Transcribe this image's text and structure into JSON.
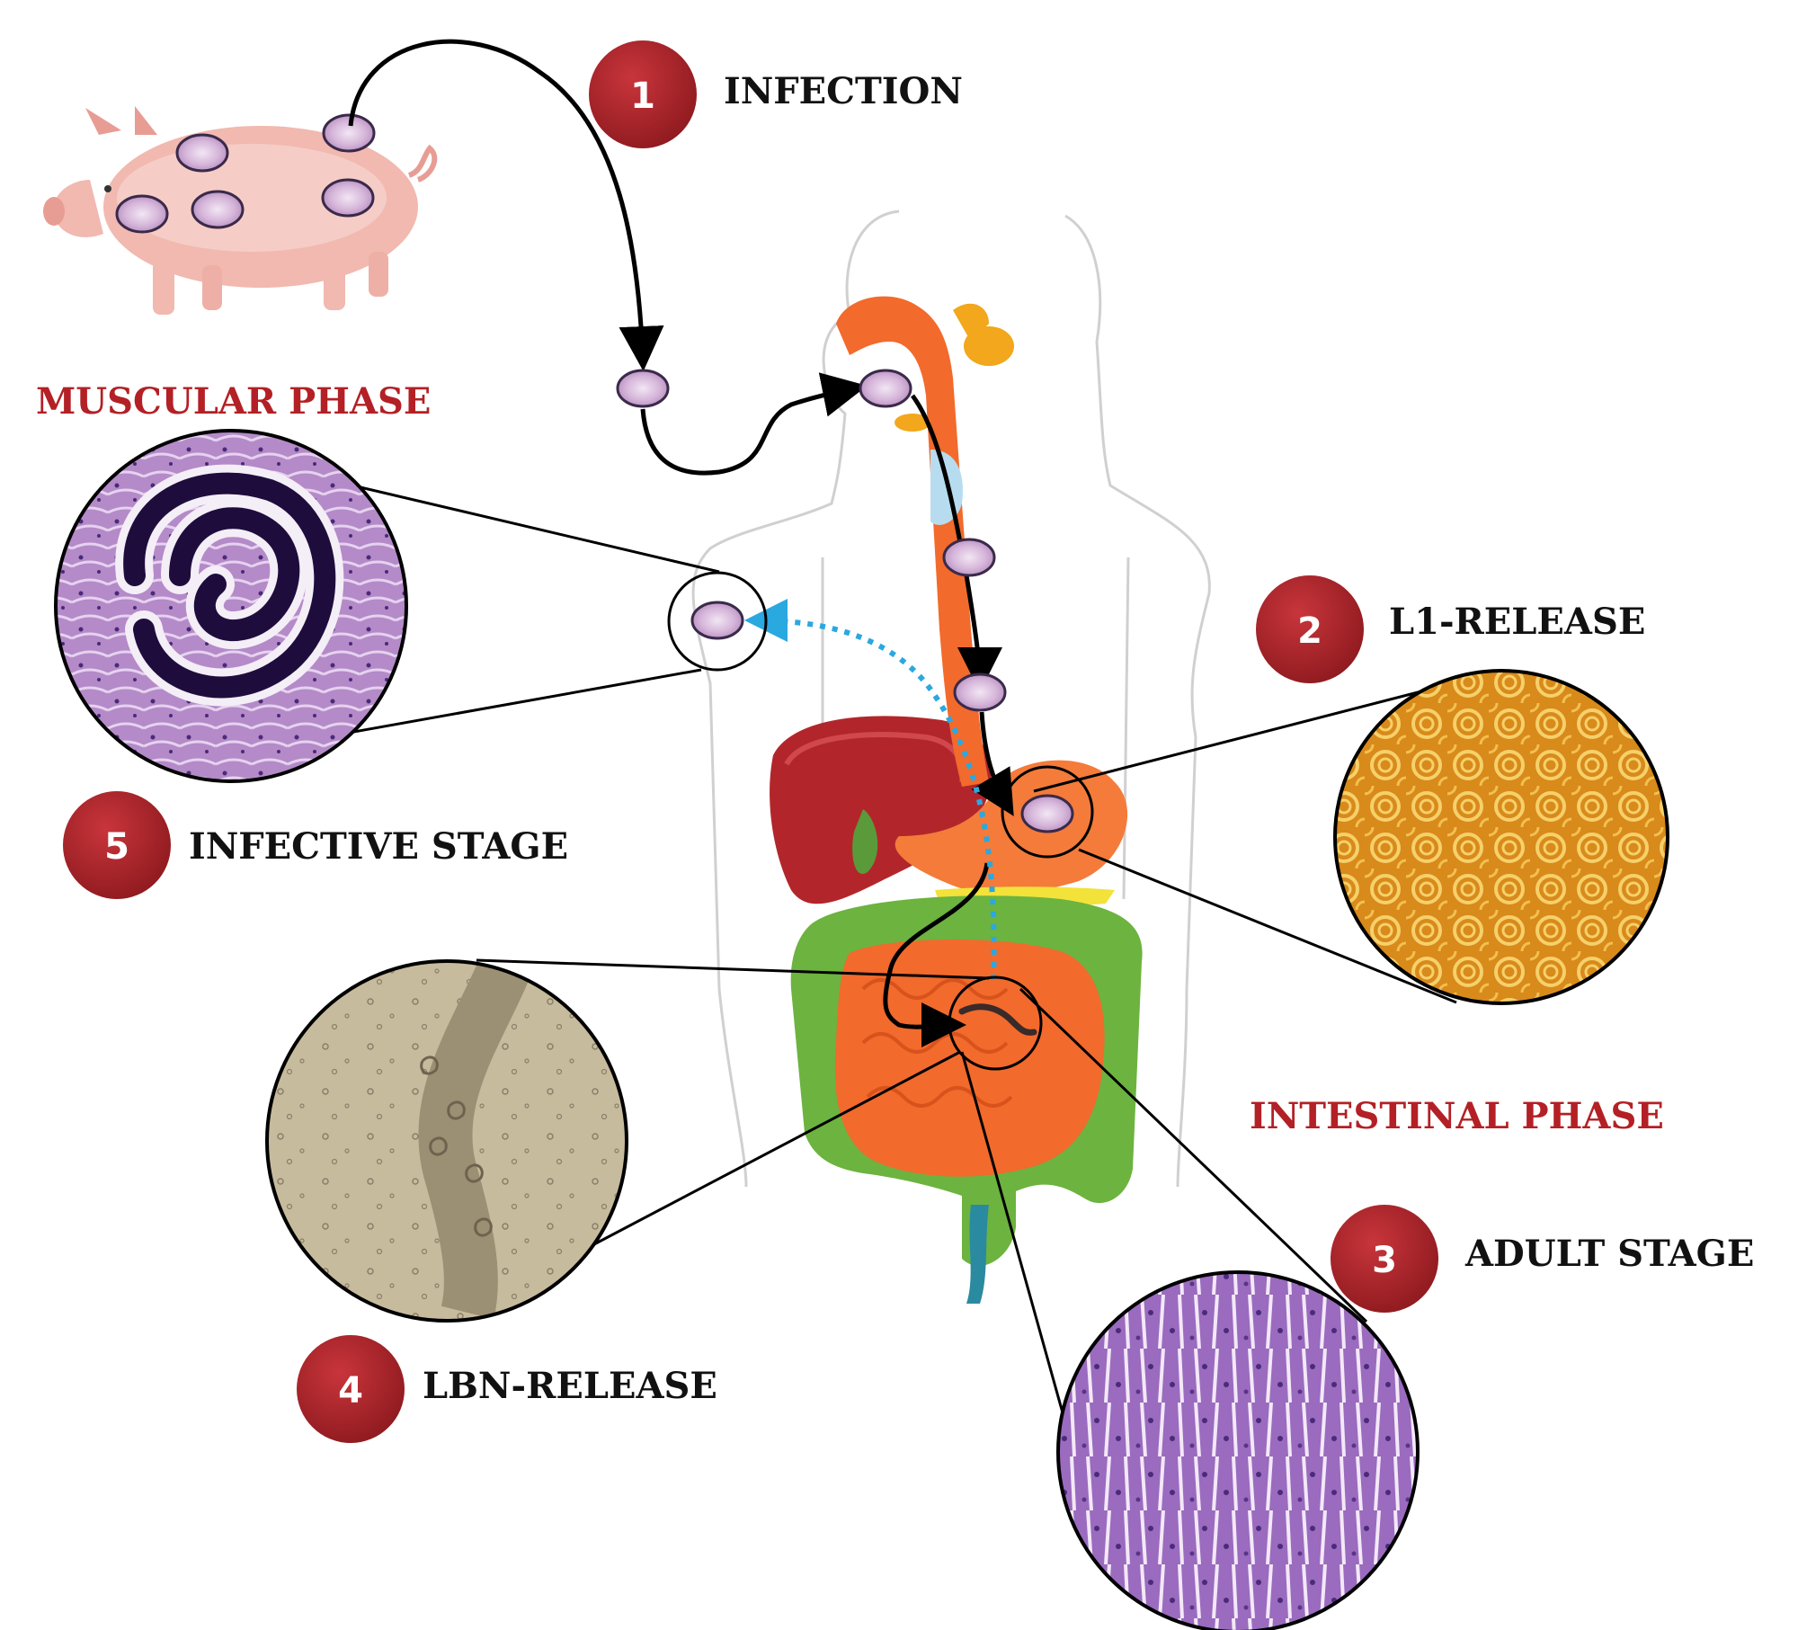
{
  "colors": {
    "badge": "#a51d23",
    "phase_label": "#b32025",
    "step_label": "#111111",
    "arrow": "#000000",
    "dotted_arrow": "#2aa8e0",
    "esophagus": "#f26a2c",
    "liver": "#b2262b",
    "stomach": "#f47b3a",
    "small_intestine": "#f26a2c",
    "large_intestine": "#6db33f",
    "cyst": "#c9a3cf"
  },
  "phases": {
    "muscular": "MUSCULAR PHASE",
    "intestinal": "INTESTINAL PHASE"
  },
  "steps": [
    {
      "number": "1",
      "label": "INFECTION"
    },
    {
      "number": "2",
      "label": "L1-RELEASE"
    },
    {
      "number": "3",
      "label": "ADULT STAGE"
    },
    {
      "number": "4",
      "label": "LBN-RELEASE"
    },
    {
      "number": "5",
      "label": "INFECTIVE STAGE"
    }
  ],
  "icons": {
    "pig": "pig-icon",
    "cyst": "larva-cyst-icon",
    "worm": "adult-worm-icon"
  }
}
